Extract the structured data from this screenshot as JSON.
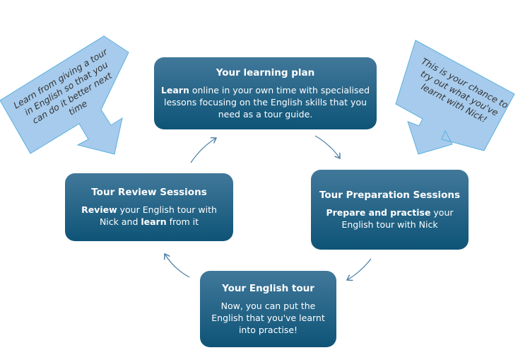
{
  "colors": {
    "box_top": "#41789a",
    "box_bottom": "#0e5477",
    "callout_fill": "#a7cbec",
    "callout_stroke": "#5bb0e0",
    "arrow": "#4a7fa5"
  },
  "nodes": {
    "plan": {
      "title": "Your learning plan",
      "bold": "Learn",
      "text": " online in your own time with specialised lessons focusing on the English skills that you need as a tour guide."
    },
    "prep": {
      "title": "Tour Preparation Sessions",
      "bold": "Prepare and practise",
      "text": " your English tour with Nick"
    },
    "tour": {
      "title": "Your English tour",
      "text": "Now, you can put the English that you've learnt into practise!"
    },
    "review": {
      "title": "Tour Review Sessions",
      "bold": "Review",
      "text1": " your English tour with Nick and ",
      "bold2": "learn",
      "text2": " from it"
    }
  },
  "callouts": {
    "left": "Learn from giving a tour in English so that you can do it better next time",
    "right": "This is your chance to try out what you've learnt with Nick!"
  }
}
